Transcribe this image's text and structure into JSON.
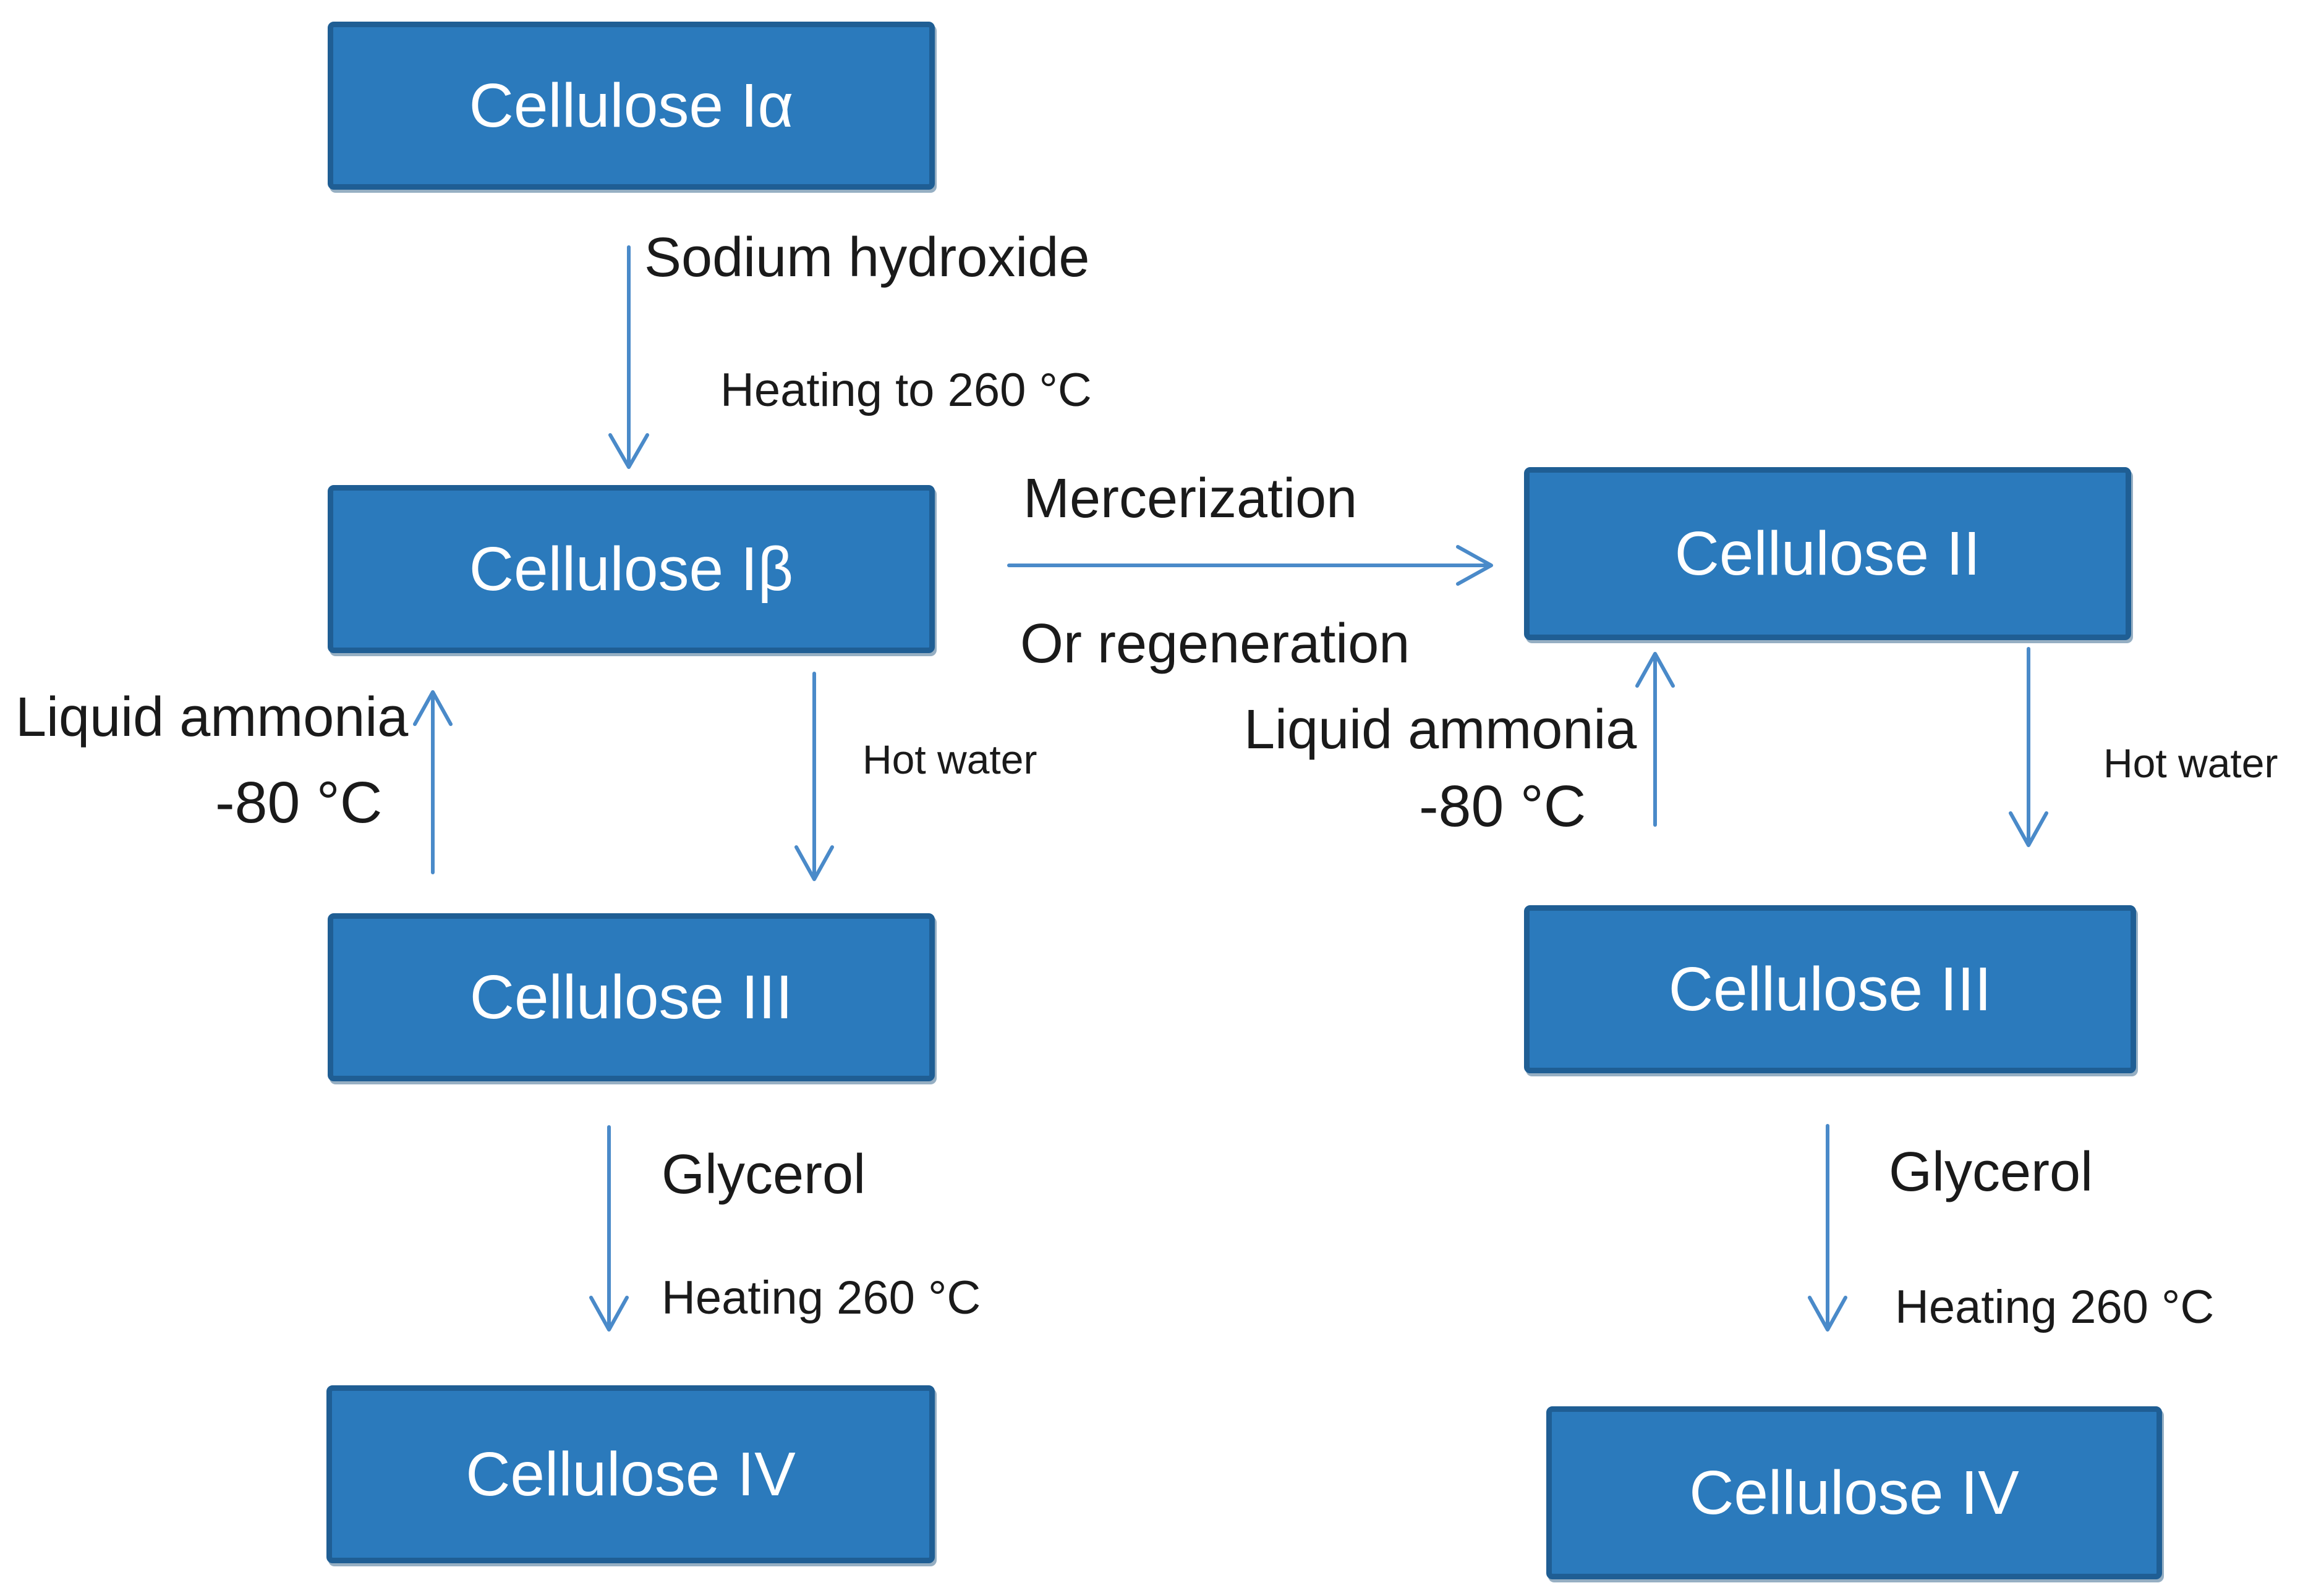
{
  "colors": {
    "background": "#ffffff",
    "box-fill": "#2b7abc",
    "box-border": "#1f5e94",
    "box-text": "#ffffff",
    "arrow": "#4a8ac9",
    "label-text": "#1a1a1a"
  },
  "boxes": {
    "cellulose_ia": "Cellulose Iα",
    "cellulose_ib": "Cellulose Iβ",
    "cellulose_ii": "Cellulose II",
    "cellulose_iii_left": "Cellulose III",
    "cellulose_iii_right": "Cellulose III",
    "cellulose_iv_left": "Cellulose IV",
    "cellulose_iv_right": "Cellulose IV"
  },
  "labels": {
    "sodium_hydroxide": "Sodium hydroxide",
    "heating_to_260": "Heating to 260 °C",
    "mercerization": "Mercerization",
    "or_regeneration": "Or regeneration",
    "liquid_ammonia_left": "Liquid ammonia",
    "minus_80_left": "-80 °C",
    "hot_water_left": "Hot water",
    "liquid_ammonia_right": "Liquid ammonia",
    "minus_80_right": "-80 °C",
    "hot_water_right": "Hot water",
    "glycerol_left": "Glycerol",
    "heating_260_left": "Heating 260 °C",
    "glycerol_right": "Glycerol",
    "heating_260_right": "Heating 260 °C"
  }
}
